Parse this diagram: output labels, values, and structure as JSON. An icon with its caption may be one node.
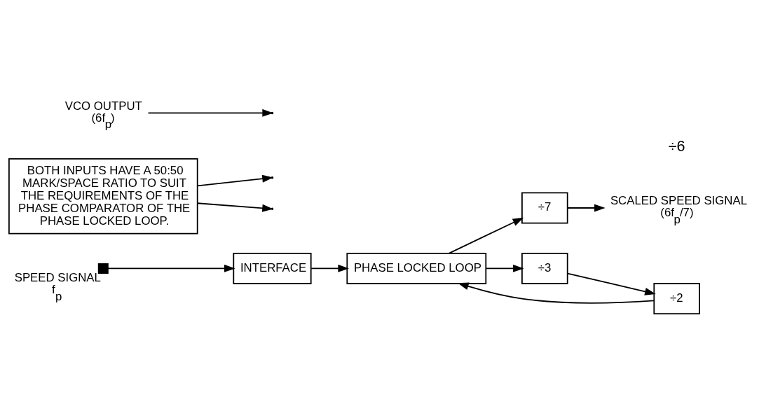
{
  "diagram": {
    "nodes": [
      {
        "text": [],
        "shape": "box",
        "beside": [
          "SPEED SIGNAL",
          "f$_{p}$"
        ]
      },
      {
        "text": [
          "INTERFACE"
        ]
      },
      {
        "text": [
          "PHASE LOCKED LOOP"
        ]
      },
      {
        "text": [
          "÷7"
        ]
      },
      {
        "text": [
          "÷3"
        ]
      },
      {
        "text": [
          "÷2"
        ]
      },
      {
        "text": [
          "BOTH INPUTS HAVE A 50:50 MARK/SPACE RATIO TO SUIT THE REQUIREMENTS OF THE PHASE COMPARATOR OF THE PHASE LOCKED LOOP."
        ]
      },
      {
        "text": [
          "SCALED SPEED SIGNAL",
          "(6f$_{p}$/7)"
        ]
      },
      {
        "text": [
          "VCO OUTPUT",
          "(6f$_{p}$)"
        ]
      }
    ],
    "edges": [
      {
        "from": 0,
        "to": 1,
        "arrow": "to"
      },
      {
        "from": 1,
        "to": 2,
        "arrow": "to"
      },
      {
        "from": 5,
        "to": 2,
        "arrow": "to"
      },
      {
        "from": 2,
        "to": 3,
        "arrow": "to"
      },
      {
        "from": 2,
        "to": 4,
        "arrow": "to"
      },
      {
        "from": 4,
        "to": 5,
        "arrow": "to"
      },
      {
        "from": 3,
        "to": 7,
        "arrow": "to"
      },
      {
        "from": 8,
        "to": null,
        "arrow": "to"
      },
      {
        "from": 6,
        "to": null,
        "arrow": "to"
      },
      {
        "from": 6,
        "to": null,
        "arrow": "to"
      }
    ],
    "labels": [
      "÷6"
    ]
  }
}
